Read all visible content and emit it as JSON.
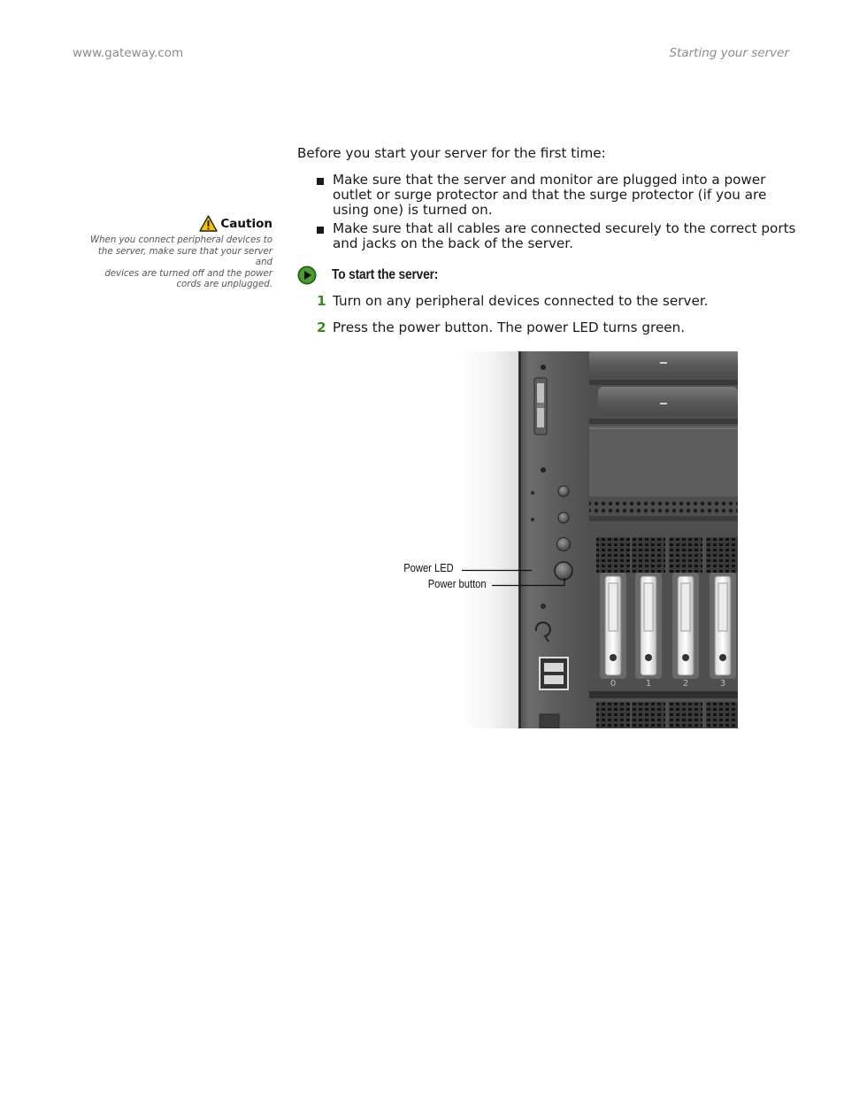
{
  "header": {
    "site": "www.gateway.com",
    "section": "Starting your server"
  },
  "caution": {
    "title": "Caution",
    "lines": [
      "When you connect peripheral devices to",
      "the server, make sure that your server and",
      "devices are turned off and the power",
      "cords are unplugged."
    ]
  },
  "content": {
    "intro": "Before you start your server for the first time:",
    "bullets": [
      "Make sure that the server and monitor are plugged into a power outlet or surge protector and that the surge protector (if you are using one) is turned on.",
      "Make sure that all cables are connected securely to the correct ports and jacks on the back of the server."
    ],
    "procedure_title": "To start the server:",
    "steps": [
      {
        "num": "1",
        "text": "Turn on any peripheral devices connected to the server."
      },
      {
        "num": "2",
        "text": "Press the power button. The power LED turns green."
      }
    ]
  },
  "figure": {
    "callouts": {
      "power_led": "Power LED",
      "power_button": "Power button"
    },
    "bay_numbers": [
      "0",
      "1",
      "2",
      "3"
    ]
  },
  "colors": {
    "step_number": "#3a8a1f",
    "procedure_icon": "#2e7d1e",
    "caution_icon": "#f2c200"
  }
}
